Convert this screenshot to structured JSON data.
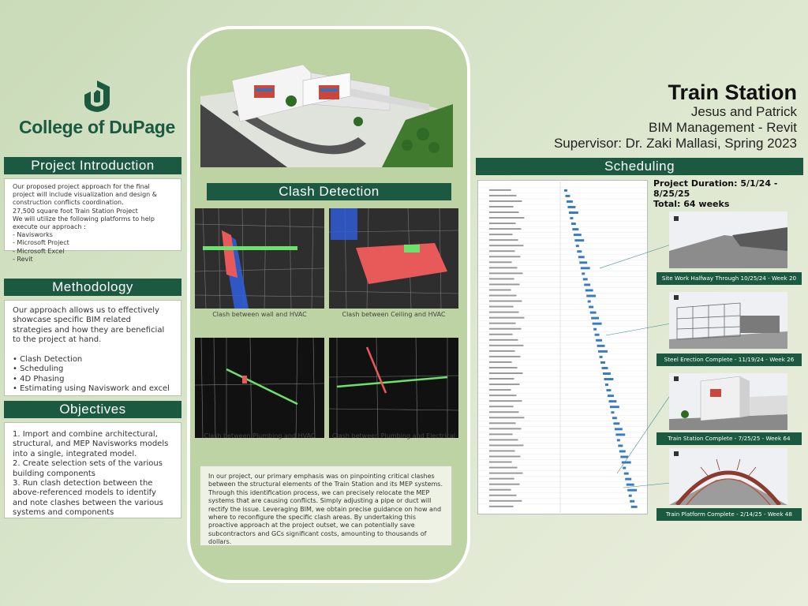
{
  "logo": {
    "name": "College of DuPage"
  },
  "introduction": {
    "heading": "Project Introduction",
    "text": "Our proposed project approach for the final project will include visualization and design & construction conflicts coordination.\n27,500 square foot Train Station Project\nWe will utilize the following platforms to help execute our approach :\n- Navisworks\n- Microsoft Project\n- Microsoft Excel\n- Revit"
  },
  "methodology": {
    "heading": "Methodology",
    "text": "Our approach allows us to effectively showcase specific BIM related strategies and how they are beneficial to the project at hand.\n\n• Clash Detection\n• Scheduling\n• 4D Phasing\n• Estimating using Naviswork and excel"
  },
  "objectives": {
    "heading": "Objectives",
    "text": "1. Import and combine architectural, structural, and MEP Navisworks models into a single, integrated model.\n2. Create selection sets of the various building components\n3. Run clash detection between the above-referenced models to identify and note clashes between the various systems and components"
  },
  "clash": {
    "heading": "Clash Detection",
    "captions": [
      "Clash between wall and HVAC",
      "Clash between Ceiling and HVAC",
      "Clash between Plumbing and HVAC",
      "Clash between Plumbing and Electrical"
    ],
    "paragraph": "In our project, our primary emphasis was on pinpointing critical clashes between the structural elements of the Train Station and its MEP systems. Through this identification process, we can precisely relocate the MEP systems that are causing conflicts. Simply adjusting a pipe or duct will rectify the issue. Leveraging BIM, we obtain precise guidance on how and where to reconfigure the specific clash areas. By undertaking this proactive approach at the project outset, we can potentially save subcontractors and GCs significant costs, amounting to thousands of dollars."
  },
  "title": {
    "main": "Train Station",
    "authors": "Jesus and Patrick",
    "course": "BIM Management - Revit",
    "supervisor": "Supervisor: Dr. Zaki Mallasi, Spring 2023"
  },
  "scheduling": {
    "heading": "Scheduling",
    "duration_line1": "Project Duration: 5/1/24 -",
    "duration_line2": "8/25/25",
    "total": "Total: 64 weeks",
    "milestones": [
      "Site Work Halfway Through 10/25/24 - Week 20",
      "Steel Erection Complete - 11/19/24 - Week 26",
      "Train Station Complete - 7/25/25 - Week 64",
      "Train Platform Complete - 2/14/25 - Week 48"
    ]
  },
  "colors": {
    "accent": "#1b5a40",
    "panel": "#bdd3a3",
    "clash_red": "#e85a5a",
    "clash_green": "#6ee06e",
    "clash_blue": "#2f5fe0"
  }
}
